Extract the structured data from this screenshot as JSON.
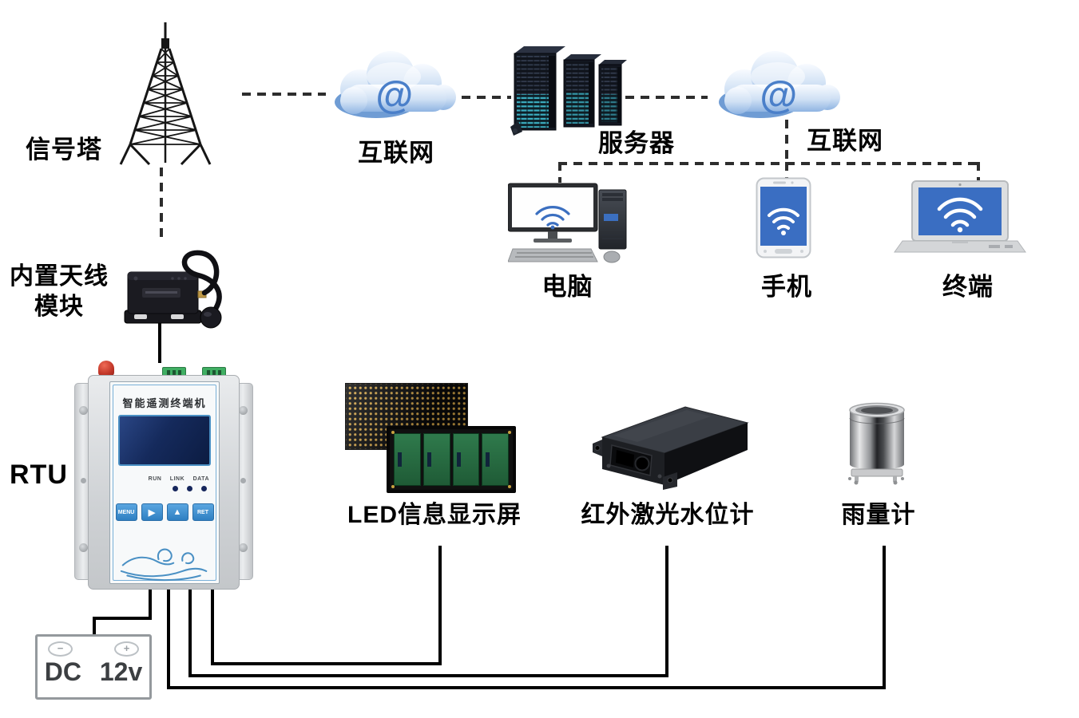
{
  "nodes": {
    "tower": {
      "label": "信号塔"
    },
    "internet_left": {
      "label": "互联网",
      "at_glyph": "@"
    },
    "server": {
      "label": "服务器"
    },
    "internet_right": {
      "label": "互联网",
      "at_glyph": "@"
    },
    "computer": {
      "label": "电脑"
    },
    "phone": {
      "label": "手机"
    },
    "terminal": {
      "label": "终端"
    },
    "antenna_module": {
      "label_line1": "内置天线",
      "label_line2": "模块"
    },
    "rtu": {
      "label": "RTU",
      "panel_title": "智能遥测终端机",
      "leds": [
        "RUN",
        "LINK",
        "DATA"
      ],
      "buttons": [
        "MENU",
        "▶",
        "▲",
        "RET"
      ]
    },
    "battery": {
      "neg": "−",
      "pos": "+",
      "label": "DC 12v"
    },
    "led_display": {
      "label": "LED信息显示屏"
    },
    "water_gauge": {
      "label": "红外激光水位计"
    },
    "rain_gauge": {
      "label": "雨量计"
    }
  },
  "colors": {
    "wire": "#000000",
    "dashed_line": "#2d2d2d",
    "button_blue": "#3f93d6",
    "screen_blue": "#3a6ec2",
    "panel_border_blue": "#4a90c4",
    "cloud_blue": "#8fb4e2",
    "led_dot_amber": "#e1af4b",
    "pcb_green": "#2f7a4c",
    "antenna_red": "#c03527",
    "terminal_green": "#3fae62"
  }
}
